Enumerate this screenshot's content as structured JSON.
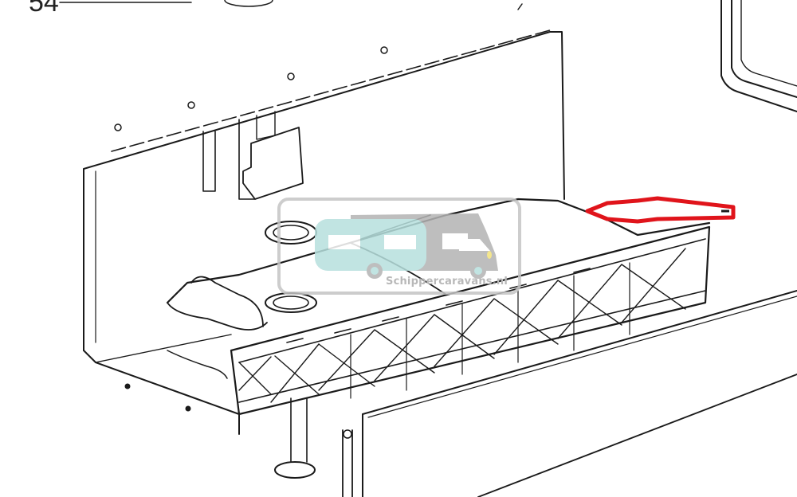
{
  "diagram": {
    "part_label": "54",
    "watermark": {
      "text": "Schippercaravans.nl",
      "caravan_color": "#b7e0de",
      "camper_color": "#b3b3b3",
      "headlight_color": "#f3e27a"
    },
    "callout_arrow": {
      "color": "#e0141b",
      "direction": "left",
      "points_to": "top edge of tank/housing"
    },
    "line_color": "#1a1a1a"
  }
}
